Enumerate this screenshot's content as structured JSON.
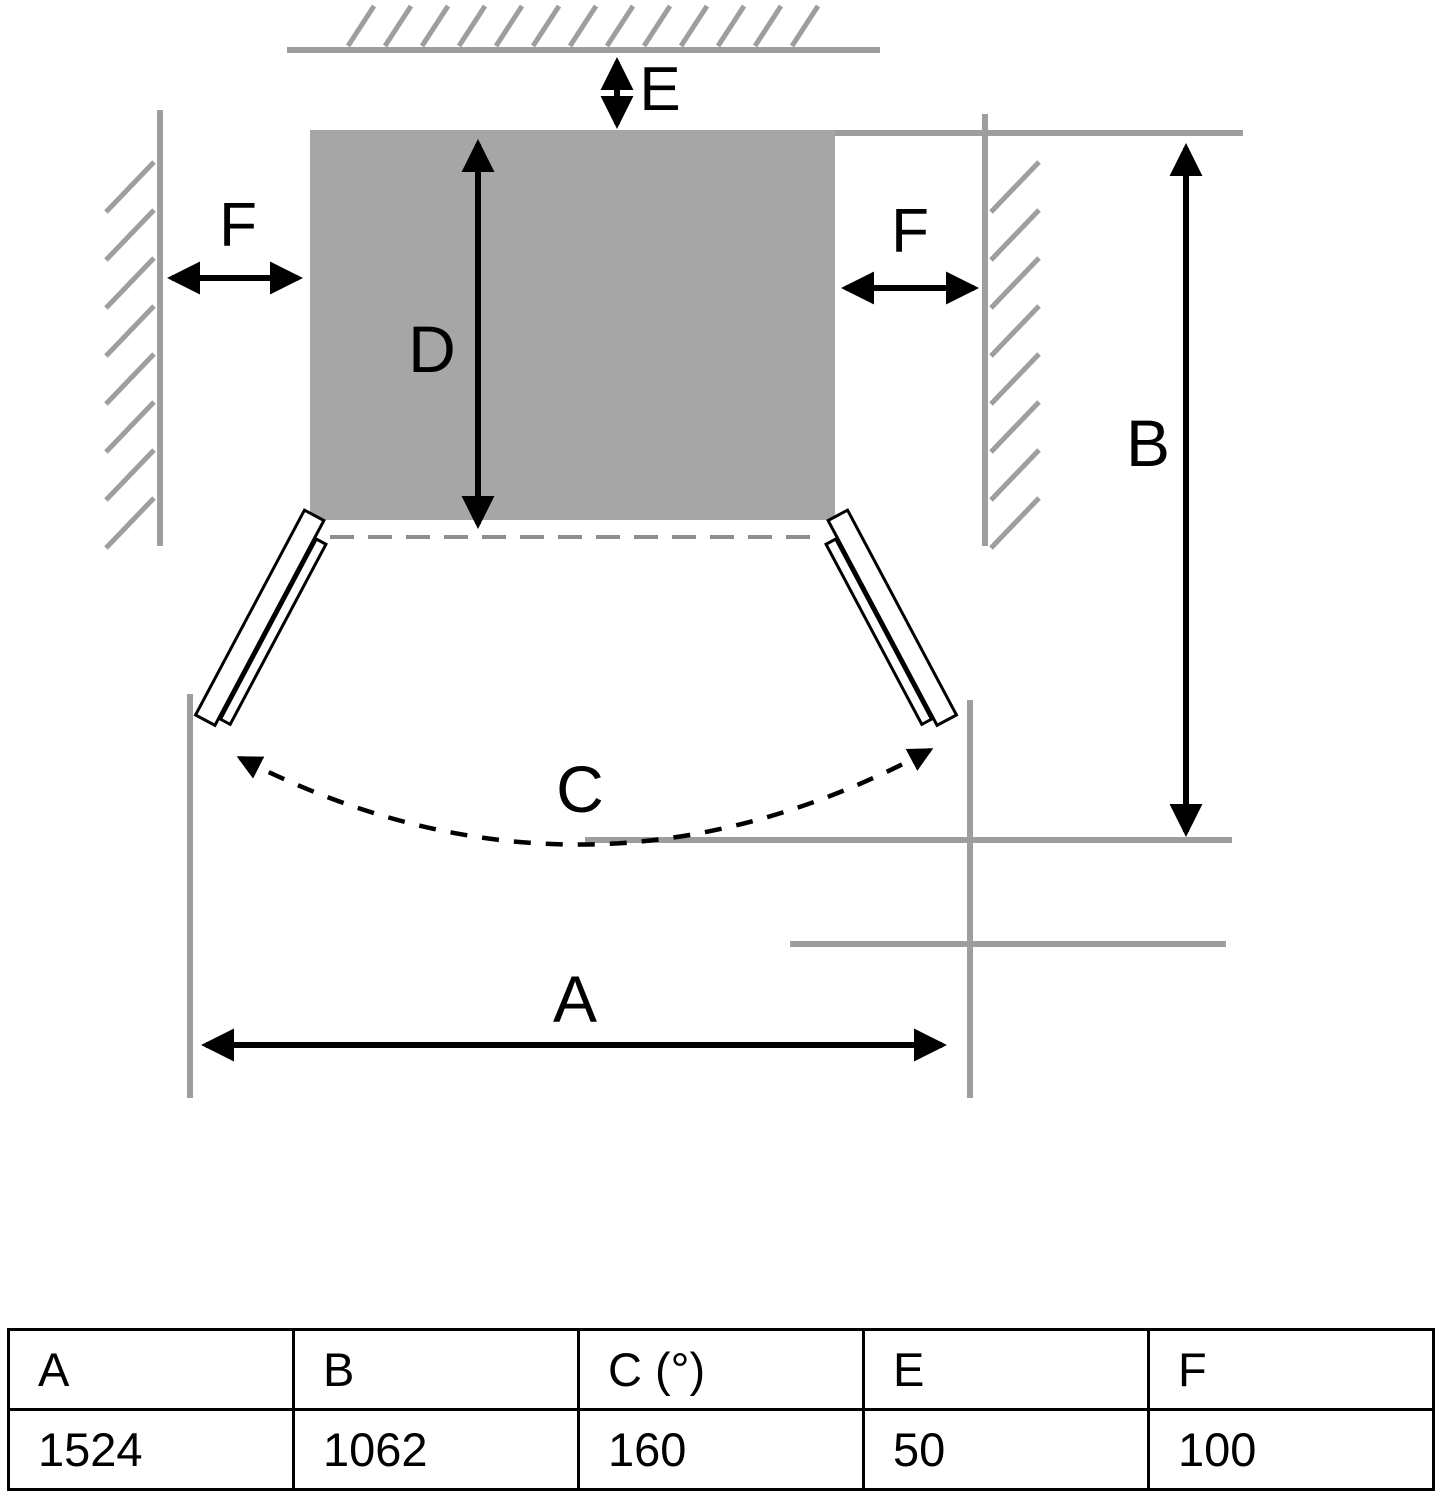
{
  "diagram": {
    "labels": {
      "A": "A",
      "B": "B",
      "C": "C",
      "D": "D",
      "E": "E",
      "F_left": "F",
      "F_right": "F"
    }
  },
  "table": {
    "headers": [
      "A",
      "B",
      "C (°)",
      "E",
      "F"
    ],
    "values": [
      "1524",
      "1062",
      "160",
      "50",
      "100"
    ]
  },
  "colors": {
    "wall_gray": "#9e9e9e",
    "appliance_gray": "#a6a6a6",
    "line_black": "#000000"
  }
}
